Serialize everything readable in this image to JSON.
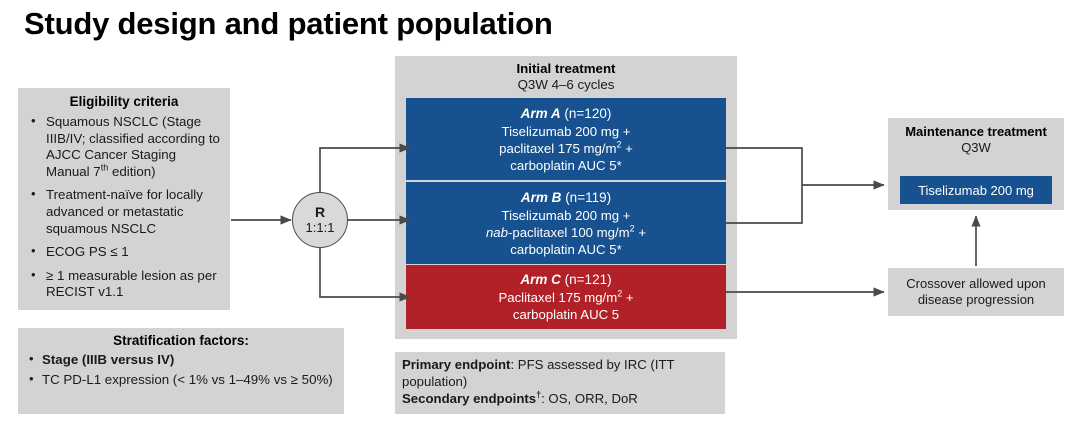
{
  "title": "Study design and patient population",
  "colors": {
    "arm_blue": "#17518f",
    "arm_red": "#b22127",
    "panel_gray": "#d3d3d3",
    "connector": "#4a4a4a"
  },
  "eligibility": {
    "heading": "Eligibility criteria",
    "items": [
      "Squamous NSCLC (Stage IIIB/IV; classified according to AJCC Cancer Staging Manual 7th edition)",
      "Treatment-naïve for locally advanced or metastatic squamous NSCLC",
      "ECOG PS ≤ 1",
      "≥ 1 measurable lesion as per RECIST v1.1"
    ],
    "item1_pre": "Squamous NSCLC (Stage IIIB/IV; classified according to AJCC Cancer Staging Manual 7",
    "item1_sup": "th",
    "item1_post": " edition)"
  },
  "stratification": {
    "heading": "Stratification factors:",
    "items": [
      {
        "bold": "Stage (IIIB versus IV)",
        "normal": ""
      },
      {
        "bold": "",
        "normal": "TC PD-L1 expression (< 1% vs 1–49% vs ≥ 50%)"
      }
    ]
  },
  "randomization": {
    "letter": "R",
    "ratio": "1:1:1"
  },
  "initial_treatment": {
    "title": "Initial treatment",
    "subtitle": "Q3W 4–6 cycles",
    "arms": [
      {
        "id": "arm-a",
        "name": "Arm A",
        "n": "(n=120)",
        "lines": [
          {
            "text": "Tiselizumab 200 mg +"
          },
          {
            "text": "paclitaxel 175 mg/m",
            "sup": "2",
            "tail": " +"
          },
          {
            "text": "carboplatin AUC 5*"
          }
        ],
        "color": "#17518f"
      },
      {
        "id": "arm-b",
        "name": "Arm B",
        "n": "(n=119)",
        "lines": [
          {
            "text": "Tiselizumab 200 mg +"
          },
          {
            "italic_lead": "nab",
            "text": "-paclitaxel 100 mg/m",
            "sup": "2",
            "tail": " +"
          },
          {
            "text": "carboplatin AUC 5*"
          }
        ],
        "color": "#17518f"
      },
      {
        "id": "arm-c",
        "name": "Arm C",
        "n": "(n=121)",
        "lines": [
          {
            "text": "Paclitaxel 175 mg/m",
            "sup": "2",
            "tail": " +"
          },
          {
            "text": "carboplatin AUC 5"
          }
        ],
        "color": "#b22127"
      }
    ]
  },
  "maintenance": {
    "title": "Maintenance treatment",
    "subtitle": "Q3W",
    "drug": "Tiselizumab 200 mg"
  },
  "crossover": {
    "line1": "Crossover allowed upon",
    "line2": "disease progression"
  },
  "endpoints": {
    "primary_label": "Primary endpoint",
    "primary_text": ": PFS assessed by IRC (ITT population)",
    "secondary_label": "Secondary endpoints",
    "secondary_sup": "†",
    "secondary_text": ": OS, ORR, DoR"
  }
}
